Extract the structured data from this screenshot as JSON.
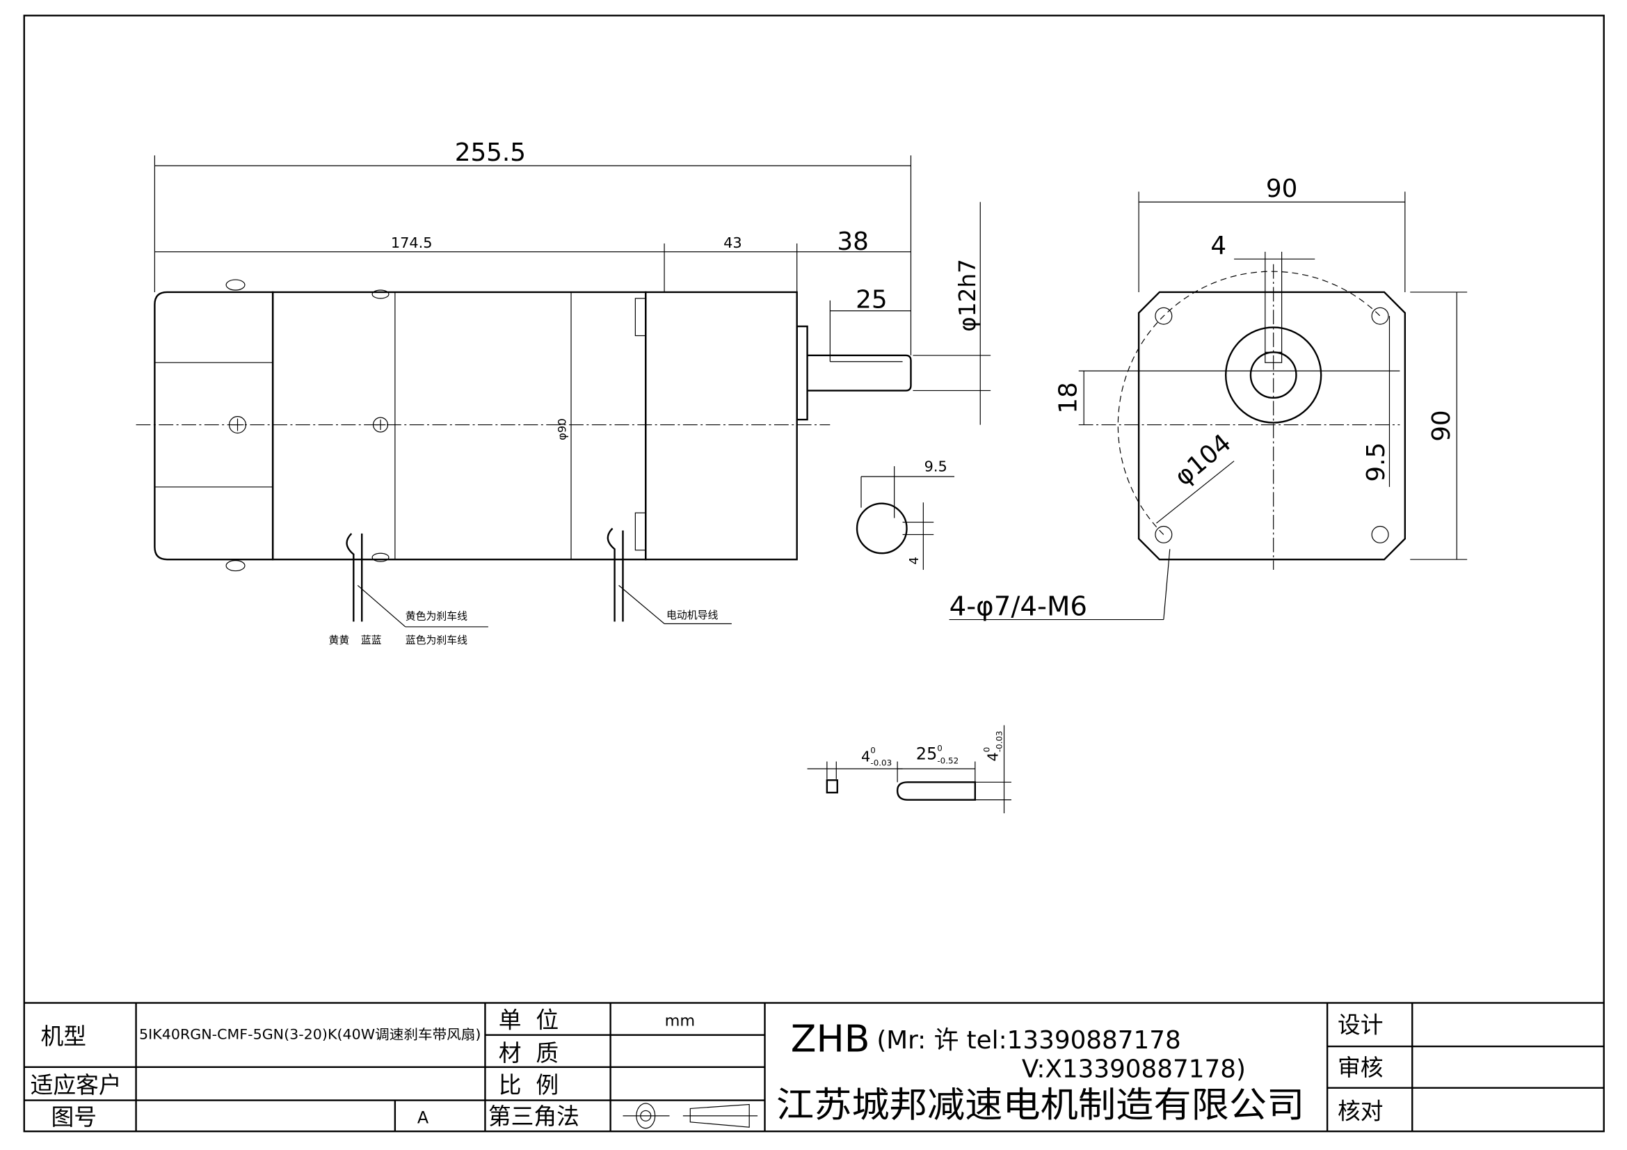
{
  "dimensions": {
    "overall_length": "255.5",
    "motor_length": "174.5",
    "gearbox_length": "43",
    "shaft_length": "38",
    "key_length": "25",
    "shaft_diameter": "φ12h7",
    "body_diameter": "φ90",
    "square_width": "90",
    "square_height": "90",
    "key_width": "4",
    "shaft_offset": "18",
    "center_offset": "9.5",
    "pcd": "φ104",
    "holes": "4-φ7/4-M6",
    "section_width": "9.5",
    "section_key": "4",
    "key_w_tol": {
      "base": "4",
      "upper": "0",
      "lower": "-0.03"
    },
    "key_l_tol": {
      "base": "25",
      "upper": "0",
      "lower": "-0.52"
    },
    "key_h_tol": {
      "base": "4",
      "upper": "0",
      "lower": "-0.03"
    }
  },
  "wire_labels": {
    "yellow_brake": "黄色为刹车线",
    "blue_brake": "蓝色为刹车线",
    "yellow_pair": "黄黄",
    "blue_pair": "蓝蓝",
    "motor_lead": "电动机导线"
  },
  "title_block": {
    "model_label": "机型",
    "model_value": "5IK40RGN-CMF-5GN(3-20)K(40W调速刹车带风扇)",
    "customer_label": "适应客户",
    "drawing_no_label": "图号",
    "revision": "A",
    "unit_label": "单  位",
    "unit_value": "mm",
    "material_label": "材  质",
    "scale_label": "比  例",
    "projection_label": "第三角法",
    "brand": "ZHB",
    "contact_line1": "(Mr: 许 tel:13390887178",
    "contact_line2": "V:X13390887178)",
    "company": "江苏城邦减速电机制造有限公司",
    "design_label": "设计",
    "review_label": "审核",
    "check_label": "核对"
  }
}
